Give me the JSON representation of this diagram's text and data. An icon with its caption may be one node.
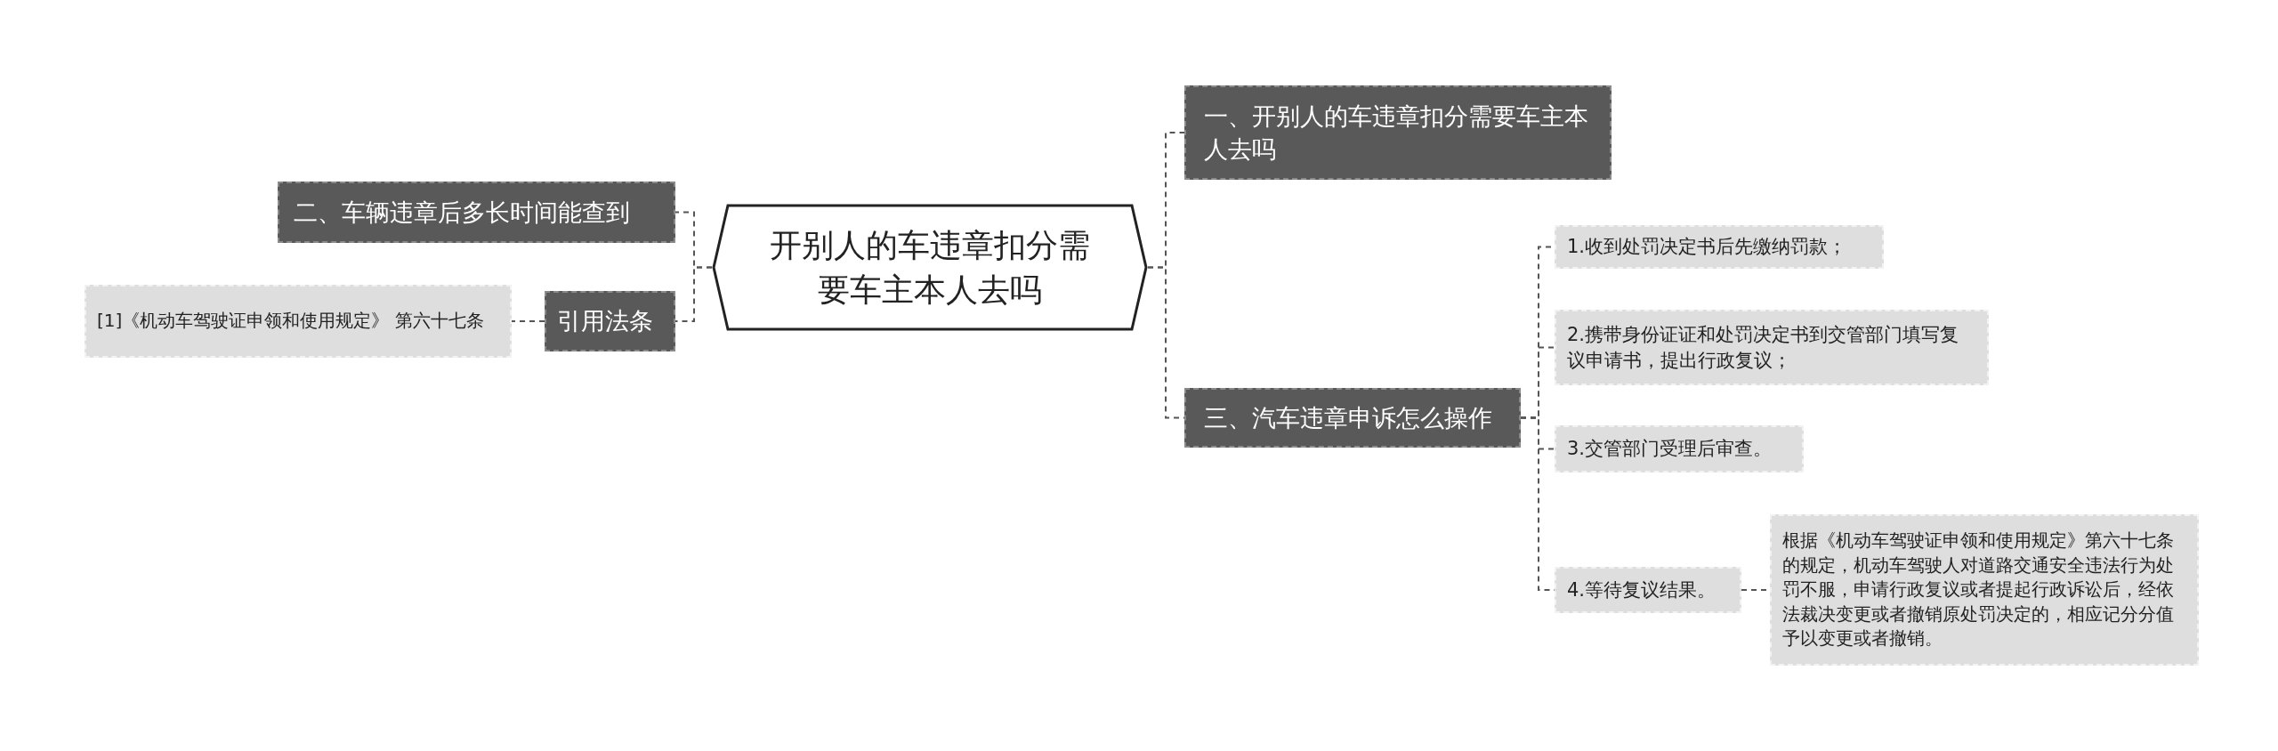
{
  "diagram": {
    "nodes": [
      {
        "text": [
          "开别人的车违章扣分需要车主本人去吗"
        ]
      },
      {
        "text": [
          "一、开别人的车违章扣分需要车主本人去吗"
        ]
      },
      {
        "text": [
          "三、汽车违章申诉怎么操作"
        ]
      },
      {
        "text": [
          "1.收到处罚决定书后先缴纳罚款；"
        ]
      },
      {
        "text": [
          "2.携带身份证证和处罚决定书到交管部门填写复议申请书，提出行政复议；"
        ]
      },
      {
        "text": [
          "3.交管部门受理后审查。"
        ]
      },
      {
        "text": [
          "4.等待复议结果。"
        ]
      },
      {
        "text": [
          "根据《机动车驾驶证申领和使用规定》第六十七条的规定，机动车驾驶人对道路交通安全违法行为处罚不服，申请行政复议或者提起行政诉讼后，经依法裁决变更或者撤销原处罚决定的，相应记分分值予以变更或者撤销。"
        ]
      },
      {
        "text": [
          "二、车辆违章后多长时间能查到"
        ]
      },
      {
        "text": [
          "引用法条"
        ]
      },
      {
        "text": [
          "[1]《机动车驾驶证申领和使用规定》 第六十七条"
        ]
      }
    ],
    "edges": [
      {
        "from": 0,
        "to": 1,
        "arrow": "none",
        "style": "dashed"
      },
      {
        "from": 0,
        "to": 2,
        "arrow": "none",
        "style": "dashed"
      },
      {
        "from": 2,
        "to": 3,
        "arrow": "none",
        "style": "dashed"
      },
      {
        "from": 2,
        "to": 4,
        "arrow": "none",
        "style": "dashed"
      },
      {
        "from": 2,
        "to": 5,
        "arrow": "none",
        "style": "dashed"
      },
      {
        "from": 2,
        "to": 6,
        "arrow": "none",
        "style": "dashed"
      },
      {
        "from": 6,
        "to": 7,
        "arrow": "none",
        "style": "dashed"
      },
      {
        "from": 0,
        "to": 8,
        "arrow": "none",
        "style": "dashed"
      },
      {
        "from": 0,
        "to": 9,
        "arrow": "none",
        "style": "dashed"
      },
      {
        "from": 9,
        "to": 10,
        "arrow": "none",
        "style": "dashed"
      }
    ]
  }
}
